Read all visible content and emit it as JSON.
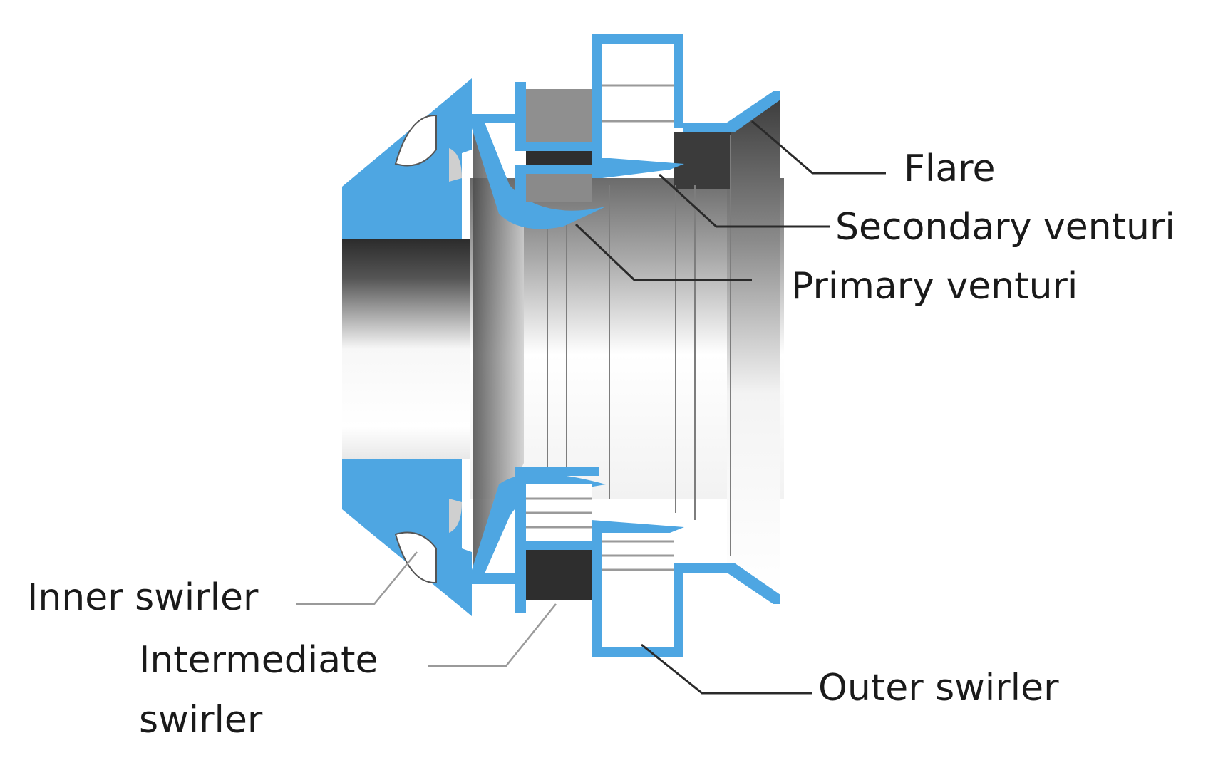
{
  "labels": {
    "flare": "Flare",
    "secondary_venturi": "Secondary venturi",
    "primary_venturi": "Primary venturi",
    "inner_swirler": "Inner swirler",
    "intermediate_swirler_line1": "Intermediate",
    "intermediate_swirler_line2": "swirler",
    "outer_swirler": "Outer swirler"
  },
  "colors": {
    "wall_blue": "#4ea6e2",
    "dark_fill": "#2e2e2e",
    "mid_gray": "#8a8a8a",
    "background": "#ffffff"
  }
}
